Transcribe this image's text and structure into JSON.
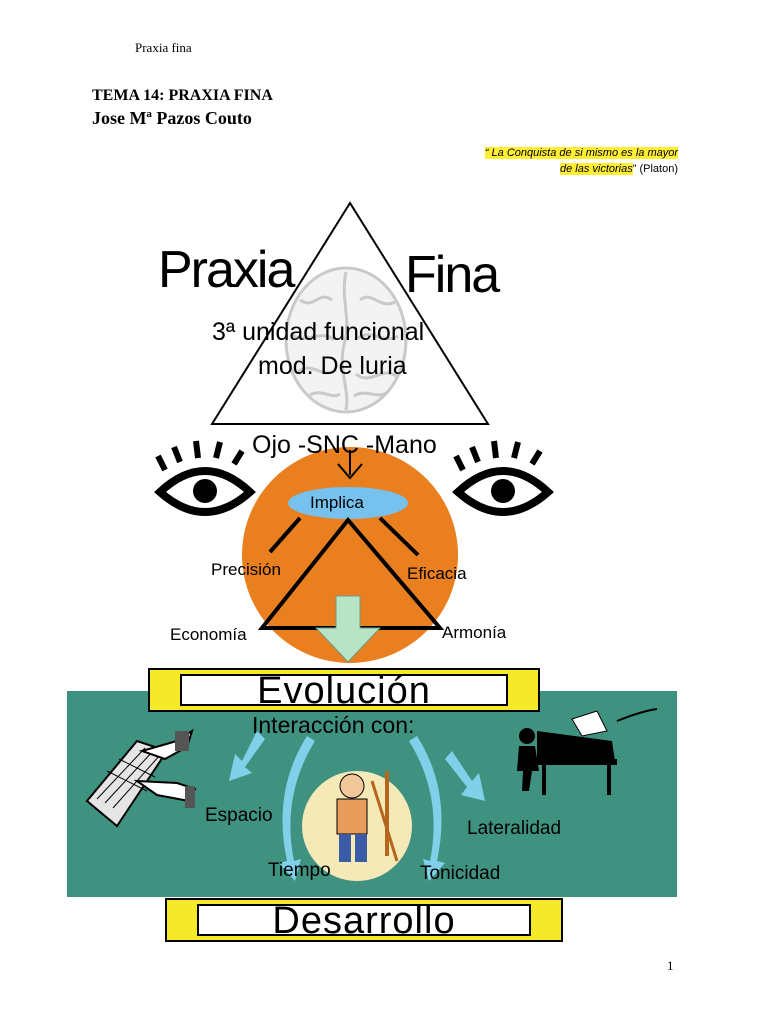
{
  "header": {
    "running_title": "Praxia fina"
  },
  "document": {
    "title": "TEMA 14: PRAXIA FINA",
    "author": "Jose Mª Pazos Couto",
    "quote_line1": "“ La Conquista de  si mismo es la mayor",
    "quote_line2": "de las victorias",
    "quote_close": "”",
    "quote_source": " (Platon)"
  },
  "diagram": {
    "word_left": "Praxia",
    "word_right": "Fina",
    "unit_line1": "3ª  unidad funcional",
    "unit_line2": "mod. De luria",
    "chain": "Ojo -SNC -Mano",
    "implica": "Implica",
    "precision": "Precisión",
    "eficacia": "Eficacia",
    "economia": "Economía",
    "armonia": "Armonía",
    "evolucion": "Evolución",
    "interaccion": "Interacción con:",
    "espacio": "Espacio",
    "lateralidad": "Lateralidad",
    "tiempo": "Tiempo",
    "tonicidad": "Tonicidad",
    "desarrollo": "Desarrollo"
  },
  "colors": {
    "orange_circle": "#e97f1e",
    "implica_ellipse": "#77c1ee",
    "teal_panel": "#3f9180",
    "banner_yellow": "#f6e92a",
    "quote_highlight": "#ffee32",
    "arrow_fill": "#b7e4c7"
  },
  "icons": [
    "brain-icon",
    "eye-icon",
    "keyboard-icon",
    "painter-icon",
    "pianist-icon",
    "arrow-down-icon"
  ],
  "footer": {
    "page_number": "1"
  }
}
